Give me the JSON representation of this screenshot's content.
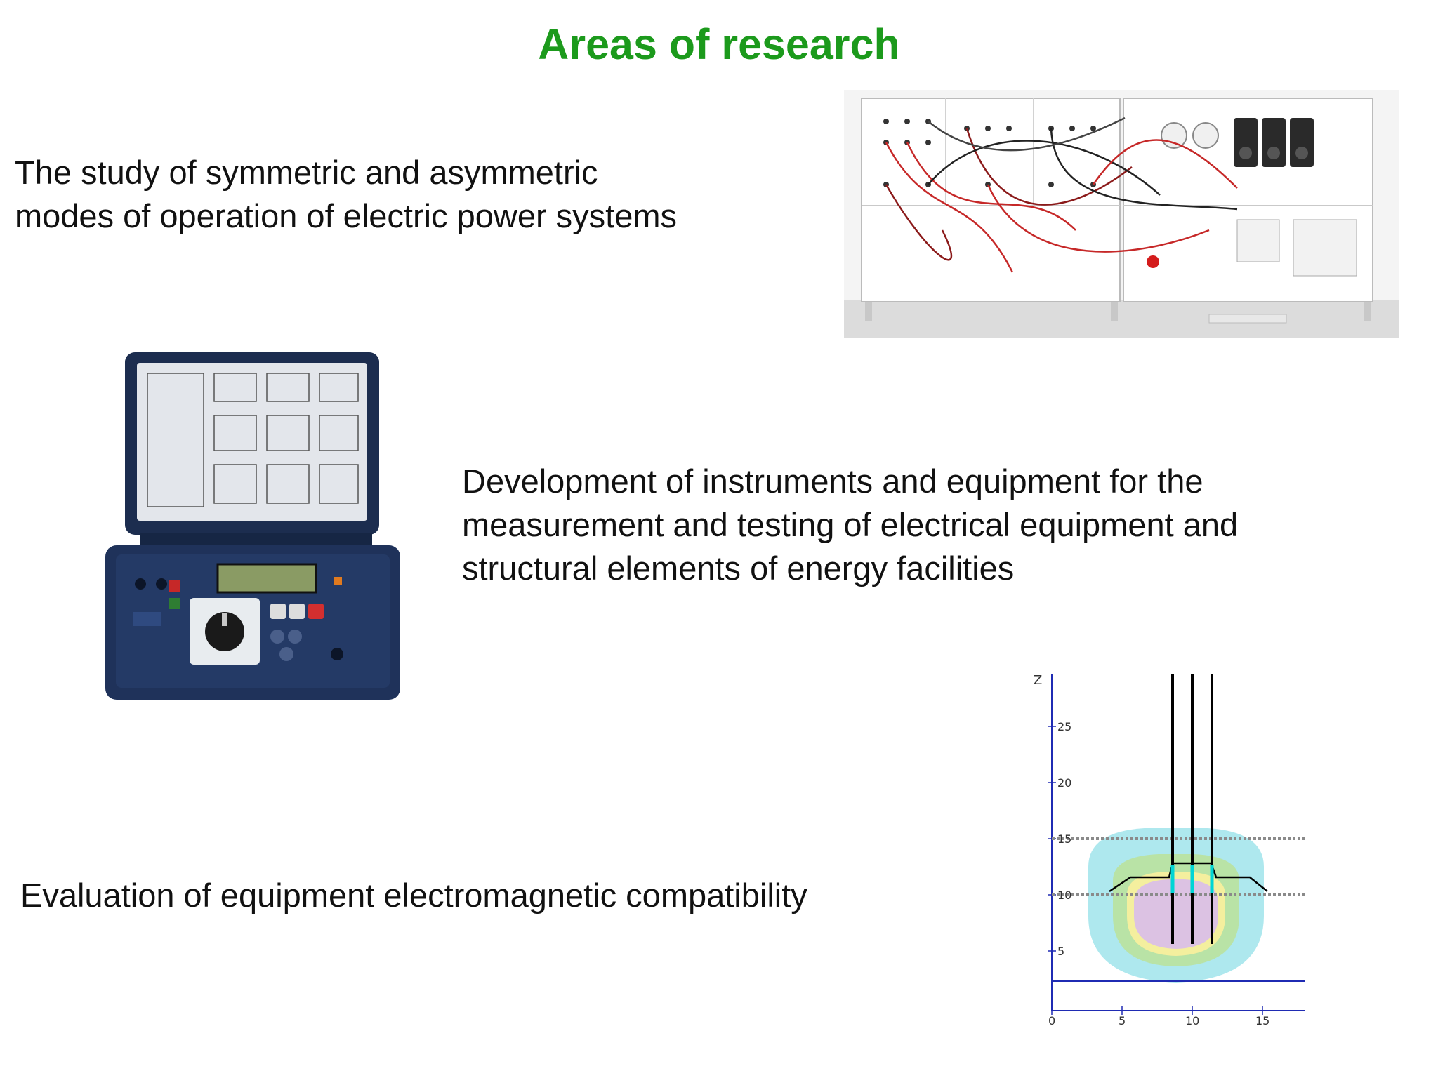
{
  "slide": {
    "title": "Areas of research",
    "title_color": "#1c9a1c",
    "items": [
      {
        "lines": [
          "The study of symmetric and asymmetric",
          "modes of operation of electric power systems"
        ],
        "image": "electrical-training-stand-photo"
      },
      {
        "lines": [
          "Development of instruments and equipment for the",
          "measurement and testing of electrical equipment and",
          "structural elements of energy facilities"
        ],
        "image": "portable-measuring-instrument-photo"
      },
      {
        "lines": [
          "Evaluation of equipment electromagnetic compatibility"
        ],
        "image": "field-distribution-simulation-plot"
      }
    ]
  },
  "simulation": {
    "z_axis_label": "Z",
    "y_ticks": [
      "25",
      "20",
      "15",
      "10",
      "5"
    ],
    "x_ticks": [
      "0",
      "5",
      "10",
      "15"
    ]
  }
}
